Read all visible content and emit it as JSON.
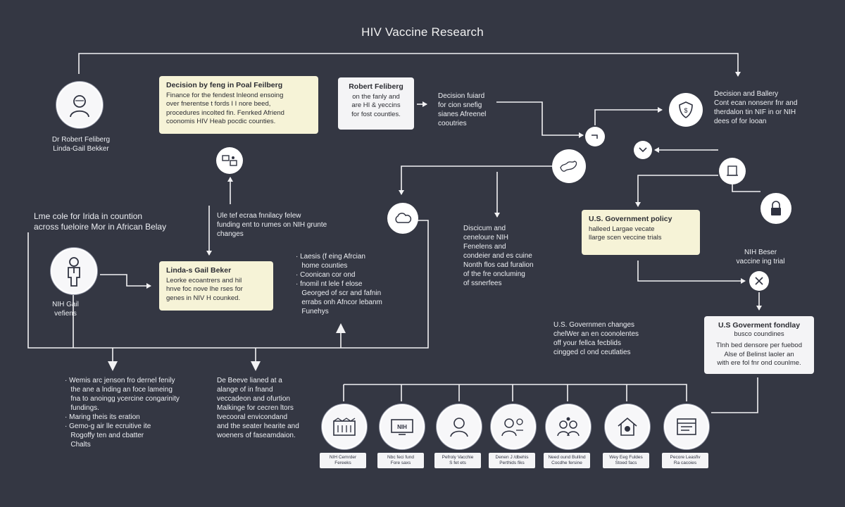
{
  "title": "HIV Vaccine Research",
  "person_left": {
    "line1": "Dr Robert Feliberg",
    "line2": "Linda-Gail Bekker"
  },
  "box_decision": {
    "title": "Decision by feng in Poal Feilberg",
    "lines": [
      "Finance for the fendest lnleond ensoing",
      "over fnerentse t fords I I nore beed,",
      "procedures incolted fin. Fenrked Afriend",
      "coonomis HIV Heab pocdic counties."
    ]
  },
  "box_robert": {
    "title": "Robert Feliberg",
    "lines": [
      "on the fanly and",
      "are HI & yeccins",
      "for fost countles."
    ]
  },
  "text_decision_fraud": [
    "Decision fuiard",
    "for cion snefig",
    "sianes Afreenel",
    "cooutries"
  ],
  "text_decision_battery": [
    "Decision and Ballery",
    "Cont ecan nonsenr fnr and",
    "therdalon tin NIF in or NIH",
    "dees of for looan"
  ],
  "text_left_long": [
    "Lme cole for Irida in countion",
    "across fueloire Mor in African Belay"
  ],
  "text_ule": [
    "Ule tef ecraa fnnilacy felew",
    "funding ent to rumes on NIH grunte",
    "changes"
  ],
  "person_nih": {
    "line1": "NIH Gail",
    "line2": "vefiens"
  },
  "box_linda": {
    "title": "Linda-s Gail Beker",
    "lines": [
      "Leorke ecoantrers and hil",
      "hnve foc nove lhe rses for",
      "genes in NIV H counked."
    ]
  },
  "bullets_mid": [
    "Laesis (f eing Afrcian",
    "home counties",
    "Coonican cor ond",
    "fnomil nt lele f elose",
    "Georged of scr and fafnin",
    "errabs onh Afncor lebanm",
    "Funehys"
  ],
  "text_decision_center": [
    "Discicum and",
    "ceneloure NIH",
    "Fenelens and",
    "condeier and es cuine",
    "Nonth flos cad furalion",
    "of the fre oncluming",
    "of ssnerfees"
  ],
  "box_policy": {
    "title": "U.S. Government policy",
    "lines": [
      "halleed Largae vecate",
      "llarge scen veccine trials"
    ]
  },
  "text_nih_beer": [
    "NIH Beser",
    "vaccine ing trial"
  ],
  "text_gov_changes": [
    "U.S. Governmen changes",
    "chelWer an en coonolentes",
    "off your fellca fecblids",
    "cingged cl ond ceutlaties"
  ],
  "box_gov_funding": {
    "title": "U.S Goverment fondlay",
    "subtitle": "busco coundines",
    "lines": [
      "Tlnh bed densore per fuebod",
      "Alse of Belinst laoler an",
      "with ere fol fnr ond counlme."
    ]
  },
  "bullets_bottom_left": [
    "Wemis arc jenson fro dernel fenily",
    "the ane a lnding an foce lameing",
    "fna to anoingg ycercine congarinity",
    "fundings.",
    "Maring theis its eration",
    "Gemo-g air lle ecruitive ite",
    "Rogoffy ten and cbatter",
    "Chalts"
  ],
  "text_bottom_mid": [
    "De Beeve lianed at a",
    "alange of in fnand",
    "veccadeon and ofurtion",
    "Malkinge for cecren ltors",
    "tvecooral envicondand",
    "and the seater hearite and",
    "woeners of faseamdaion."
  ],
  "tags": [
    {
      "l1": "NIH Cemrder",
      "l2": "Fereeks",
      "icon": "building-icon"
    },
    {
      "l1": "Nbc feci fund",
      "l2": "Fore saxs",
      "icon": "monitor-icon"
    },
    {
      "l1": "Pefroly Vacchie",
      "l2": "S fet ets",
      "icon": "person-icon"
    },
    {
      "l1": "Denen J /dbehis",
      "l2": "Perthids fiks",
      "icon": "people-icon"
    },
    {
      "l1": "Need ound Bullind",
      "l2": "Cocdhe fersine",
      "icon": "team-icon"
    },
    {
      "l1": "Wey Eeg Fuldes",
      "l2": "Stoed facs",
      "icon": "house-icon"
    },
    {
      "l1": "Pecore Leasfiv",
      "l2": "Ra cacoies",
      "icon": "document-icon"
    }
  ],
  "colors": {
    "background": "#343743",
    "line": "#f2f2f4",
    "note_fill": "#f6f3d7",
    "card_fill": "#f4f4f6"
  }
}
